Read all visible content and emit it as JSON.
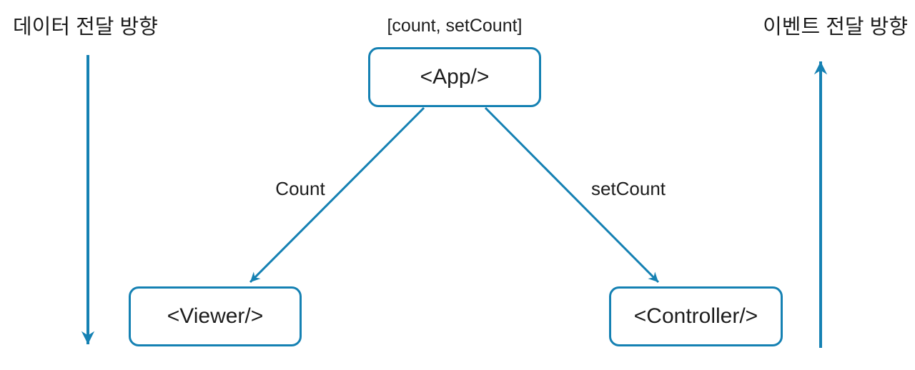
{
  "diagram": {
    "background_color": "#ffffff",
    "accent_color": "#1581b3",
    "text_color": "#1d1d1d",
    "annotations": {
      "left_flow": "데이터 전달 방향",
      "right_flow": "이벤트 전달 방향",
      "state_tuple": "[count, setCount]",
      "count_edge": "Count",
      "setcount_edge": "setCount"
    },
    "nodes": {
      "app": {
        "label": "<App/>"
      },
      "viewer": {
        "label": "<Viewer/>"
      },
      "controller": {
        "label": "<Controller/>"
      }
    }
  }
}
